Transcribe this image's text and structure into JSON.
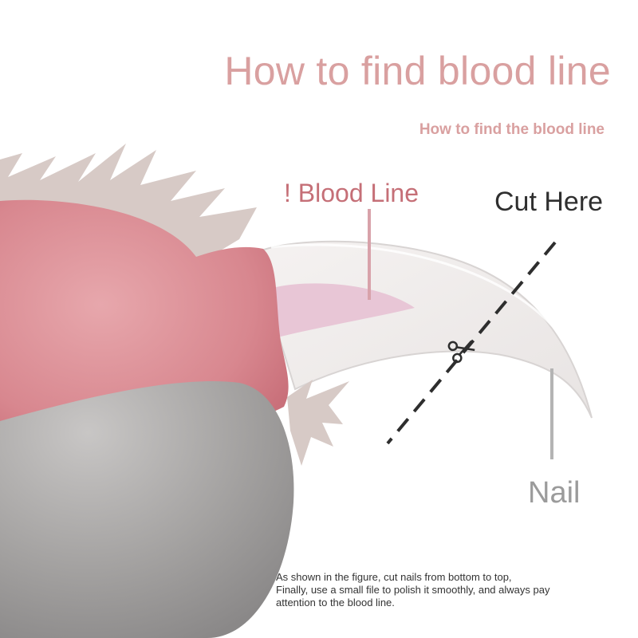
{
  "title": "How to find blood line",
  "subtitle": "How to find the blood line",
  "labels": {
    "blood_line": "! Blood Line",
    "cut_here": "Cut Here",
    "nail": "Nail"
  },
  "caption": {
    "line1": "As shown in the figure, cut nails from bottom to top,",
    "line2": "Finally, use a small file to polish it smoothly, and always pay attention to the blood line."
  },
  "colors": {
    "title": "#d9a0a0",
    "blood_line": "#c56f77",
    "paw_pink": "#d98b92",
    "paw_gray": "#9a9898",
    "fur": "#d6c8c4",
    "nail": "#efeceb",
    "quick": "#e8c6d6"
  }
}
